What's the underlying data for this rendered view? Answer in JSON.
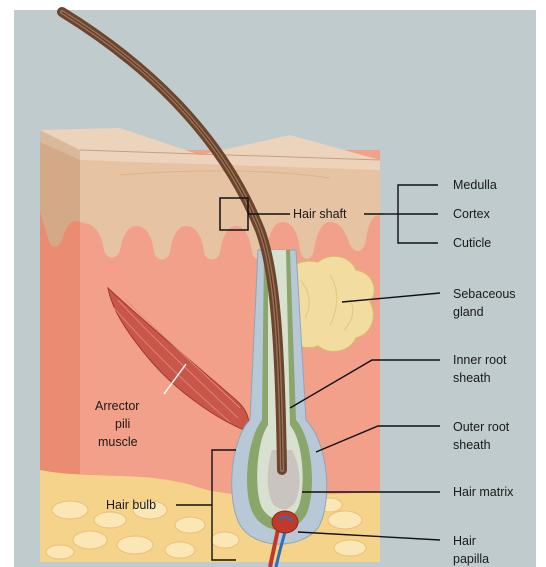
{
  "labels": {
    "medulla": "Medulla",
    "cortex": "Cortex",
    "cuticle": "Cuticle",
    "hair_shaft": "Hair shaft",
    "sebaceous_1": "Sebaceous",
    "sebaceous_2": "gland",
    "inner_root_1": "Inner root",
    "inner_root_2": "sheath",
    "outer_root_1": "Outer root",
    "outer_root_2": "sheath",
    "hair_matrix": "Hair matrix",
    "hair_papilla_1": "Hair",
    "hair_papilla_2": "papilla",
    "arrector_1": "Arrector",
    "arrector_2": "pili",
    "arrector_3": "muscle",
    "hair_bulb": "Hair bulb"
  },
  "colors": {
    "background": "#bfcbcc",
    "epidermis": "#e8c7a9",
    "dermis": "#f2a08a",
    "hypodermis_fat": "#f6d38a",
    "sebaceous_gland": "#f2dca0",
    "hair": "#7a5138",
    "outer_sheath": "#b8c8d6",
    "inner_sheath": "#8aa66a",
    "papilla": "#c0392b"
  }
}
